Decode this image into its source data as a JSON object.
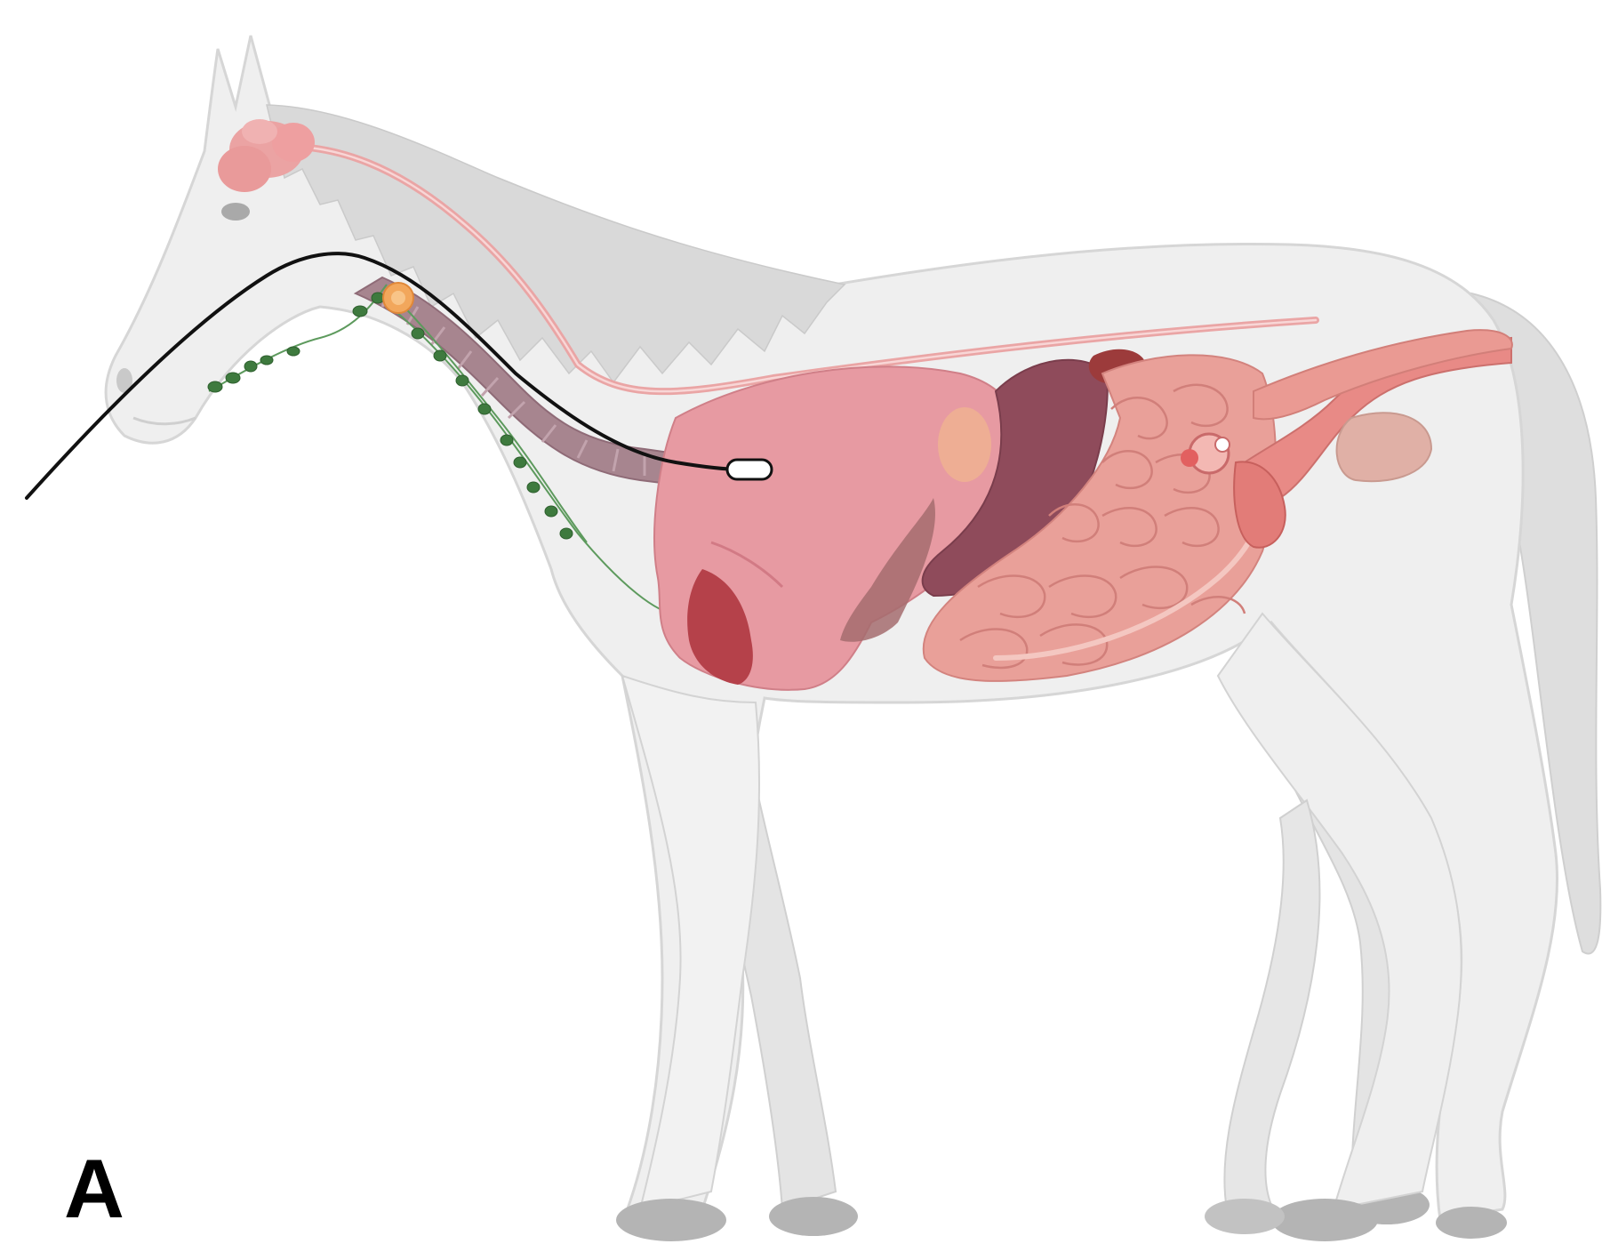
{
  "panel_label": "A",
  "colors": {
    "body_fill": "#efefef",
    "body_stroke": "#d6d6d6",
    "mane": "#d9d9d9",
    "hoof": "#b4b4b4",
    "brain": "#eba3a3",
    "spinal_cord": "#eaa5a5",
    "esophagus": "#a7858f",
    "stomach": "#e79aa2",
    "stomach_dark": "#b5414a",
    "spleen": "#8f4b5b",
    "liver": "#9e5b60",
    "small_intestine": "#e9a099",
    "colon": "#e28f88",
    "rectum": "#e88a86",
    "bladder": "#e0b0a6",
    "lymph_nodes": "#3e7a3e",
    "pharynx_node": "#f2a75c",
    "endoscope": "#111111",
    "camera_tip": "#ffffff"
  },
  "icons": {
    "horse": "horse-silhouette",
    "endoscope": "endoscope-line",
    "camera": "camera-capsule"
  }
}
